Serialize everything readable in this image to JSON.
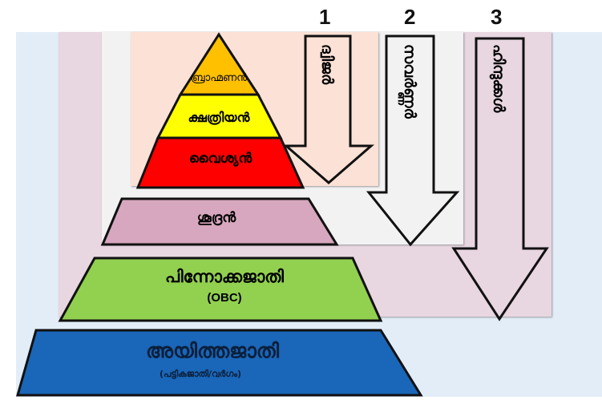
{
  "colors": {
    "background": "#e2edf8",
    "panel_outer": "#e8d6e1",
    "panel_middle": "#f2f2f3",
    "panel_inner": "#fbe1d6",
    "brahmin": "#ffc000",
    "kshatriya": "#ffff00",
    "vaishya": "#ff0000",
    "shudra": "#d6a7be",
    "obc": "#92d050",
    "untouchable": "#1a66b8"
  },
  "pyramid": {
    "brahmin": "ബ്രാഹ്മണൻ",
    "kshatriya": "ക്ഷത്രിയൻ",
    "vaishya": "വൈശ്യൻ",
    "shudra": "ശൂദ്രൻ",
    "obc": "പിന്നോക്കജാതി",
    "obc_sub": "(OBC)",
    "untouchable": "അയിത്തജാതി",
    "untouchable_sub": "(പട്ടികജാതി/വർഗം)"
  },
  "arrows": [
    {
      "number": "1",
      "label": "ദ്വിജർ"
    },
    {
      "number": "2",
      "label": "സവർണ്ണർ"
    },
    {
      "number": "3",
      "label": "ഹിന്ദുക്കൾ"
    }
  ]
}
